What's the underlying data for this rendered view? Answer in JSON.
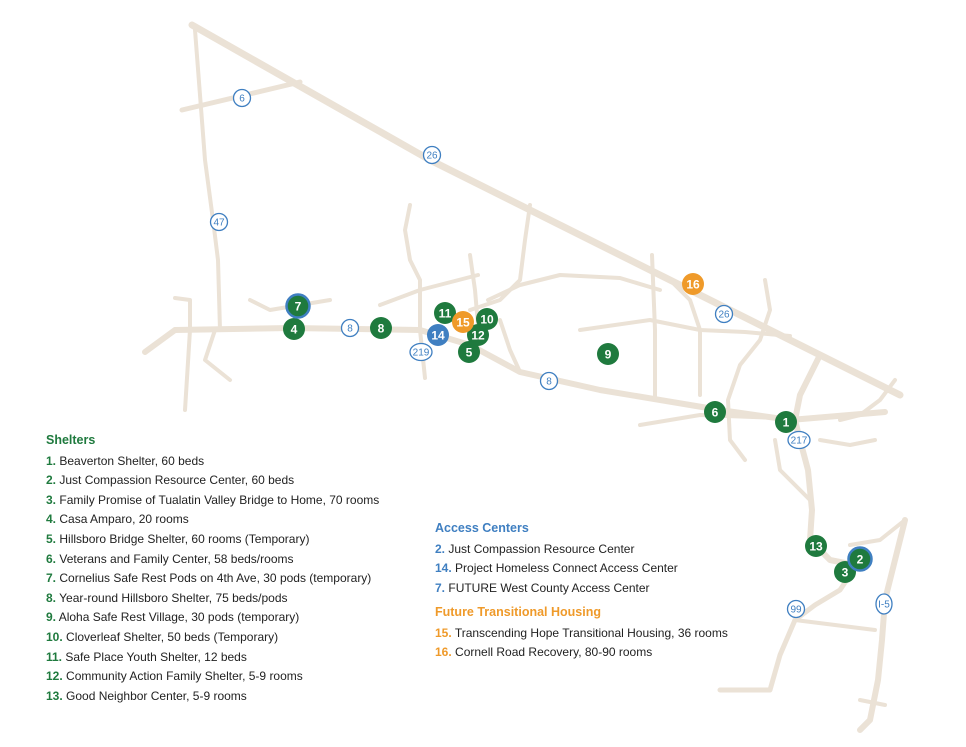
{
  "colors": {
    "shelter": "#1f7a3e",
    "access": "#3f7fc1",
    "future": "#ef9a2a",
    "road": "#ebe2d6"
  },
  "map": {
    "highway_shields": [
      "6",
      "26",
      "47",
      "8",
      "219",
      "8",
      "26",
      "217",
      "99",
      "I-5"
    ],
    "markers": [
      {
        "label": "1",
        "category": "shelter"
      },
      {
        "label": "2",
        "category": "shelter",
        "ring": true
      },
      {
        "label": "3",
        "category": "shelter"
      },
      {
        "label": "4",
        "category": "shelter"
      },
      {
        "label": "5",
        "category": "shelter"
      },
      {
        "label": "6",
        "category": "shelter"
      },
      {
        "label": "7",
        "category": "shelter",
        "ring": true
      },
      {
        "label": "8",
        "category": "shelter"
      },
      {
        "label": "9",
        "category": "shelter"
      },
      {
        "label": "10",
        "category": "shelter"
      },
      {
        "label": "11",
        "category": "shelter"
      },
      {
        "label": "12",
        "category": "shelter"
      },
      {
        "label": "13",
        "category": "shelter"
      },
      {
        "label": "14",
        "category": "access"
      },
      {
        "label": "15",
        "category": "future"
      },
      {
        "label": "16",
        "category": "future"
      }
    ]
  },
  "legend": {
    "shelters": {
      "heading": "Shelters",
      "items": [
        {
          "num": "1.",
          "text": "Beaverton Shelter, 60 beds"
        },
        {
          "num": "2.",
          "text": "Just Compassion Resource Center, 60 beds"
        },
        {
          "num": "3.",
          "text": "Family Promise of Tualatin Valley Bridge to Home, 70 rooms"
        },
        {
          "num": "4.",
          "text": "Casa Amparo, 20 rooms"
        },
        {
          "num": "5.",
          "text": "Hillsboro Bridge Shelter, 60 rooms (Temporary)"
        },
        {
          "num": "6.",
          "text": "Veterans and Family Center, 58 beds/rooms"
        },
        {
          "num": "7.",
          "text": "Cornelius Safe Rest Pods on 4th Ave, 30 pods (temporary)"
        },
        {
          "num": "8.",
          "text": "Year-round Hillsboro Shelter, 75 beds/pods"
        },
        {
          "num": "9.",
          "text": "Aloha Safe Rest Village, 30 pods (temporary)"
        },
        {
          "num": "10.",
          "text": "Cloverleaf Shelter, 50 beds (Temporary)"
        },
        {
          "num": "11.",
          "text": "Safe Place Youth Shelter, 12 beds"
        },
        {
          "num": "12.",
          "text": "Community Action Family Shelter, 5-9 rooms"
        },
        {
          "num": "13.",
          "text": "Good Neighbor Center, 5-9 rooms"
        }
      ]
    },
    "access": {
      "heading": "Access Centers",
      "items": [
        {
          "num": "2.",
          "text": "Just Compassion Resource Center"
        },
        {
          "num": "14.",
          "text": "Project Homeless Connect Access Center"
        },
        {
          "num": "7.",
          "text": "FUTURE West County Access Center"
        }
      ]
    },
    "future": {
      "heading": "Future Transitional Housing",
      "items": [
        {
          "num": "15.",
          "text": "Transcending Hope Transitional Housing, 36 rooms"
        },
        {
          "num": "16.",
          "text": "Cornell Road Recovery, 80-90 rooms"
        }
      ]
    }
  }
}
